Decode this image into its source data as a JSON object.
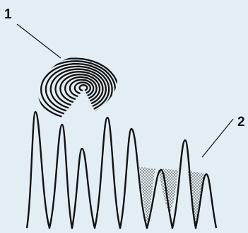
{
  "figure": {
    "background_color": "#e3eef4",
    "ink_color": "#111111",
    "callouts": [
      {
        "label": "1",
        "refers_to": "fingerprint-icon"
      },
      {
        "label": "2",
        "refers_to": "stippled-valleys"
      }
    ]
  }
}
